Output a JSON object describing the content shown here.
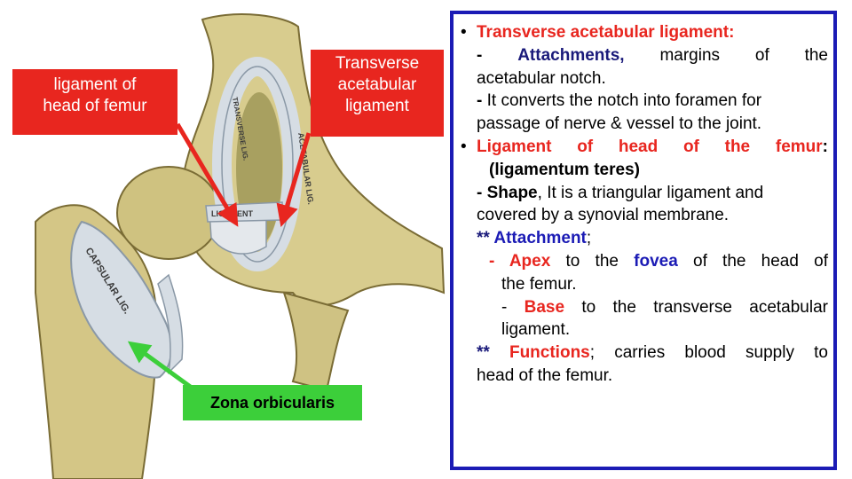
{
  "labels": {
    "head_of_femur": [
      "ligament of",
      "head of femur"
    ],
    "transverse": [
      "Transverse",
      "acetabular",
      "ligament"
    ],
    "zona": "Zona orbicularis"
  },
  "illustration": {
    "engraved": {
      "acetab": "ACETABULAR LIG.",
      "transverse": "TRANSVERSE LIG.",
      "ligament": "LIGAMENT",
      "capsular": "CAPSULAR LIG."
    }
  },
  "panel": {
    "t1_bullet": "•",
    "t1": "Transverse acetabular ligament:",
    "a1_dash": "-",
    "a1_key": "Attachments,",
    "a1_rest": "margins of the",
    "a2": "acetabular notch.",
    "c1_dash": "-",
    "c1_rest": "It converts the notch into foramen for",
    "c2": "passage of nerve & vessel to the joint.",
    "t2_bullet": "•",
    "t2_a": "Ligament of head of the femur",
    "t2_colon": ":",
    "t2_sub": "(ligamentum teres)",
    "s1_dash": "- ",
    "s1_key": "Shape",
    "s1_rest": ", It is a triangular ligament and",
    "s2": "covered by a synovial membrane.",
    "att_star": "** ",
    "att_key": "Attachment",
    "att_semi": ";",
    "apex_dash": "- ",
    "apex_key": "Apex",
    "apex_mid": " to the ",
    "apex_fovea": "fovea",
    "apex_rest": " of the head of",
    "apex2": "the femur.",
    "base_dash": "- ",
    "base_key": "Base",
    "base_rest": " to the transverse acetabular",
    "base2": "ligament.",
    "fn_star": "** ",
    "fn_key": "Functions",
    "fn_semi": ";",
    "fn_rest": " carries blood supply to",
    "fn2": "head of the femur."
  },
  "colors": {
    "accent_red": "#e8261f",
    "accent_green": "#3ccf3a",
    "panel_border": "#1b1bb5",
    "bone": "#d8cc8e",
    "ligament": "#d6dde4"
  },
  "icons": [
    "arrow-to-ligament-of-head",
    "arrow-to-transverse-ligament",
    "arrow-to-zona-orbicularis"
  ]
}
